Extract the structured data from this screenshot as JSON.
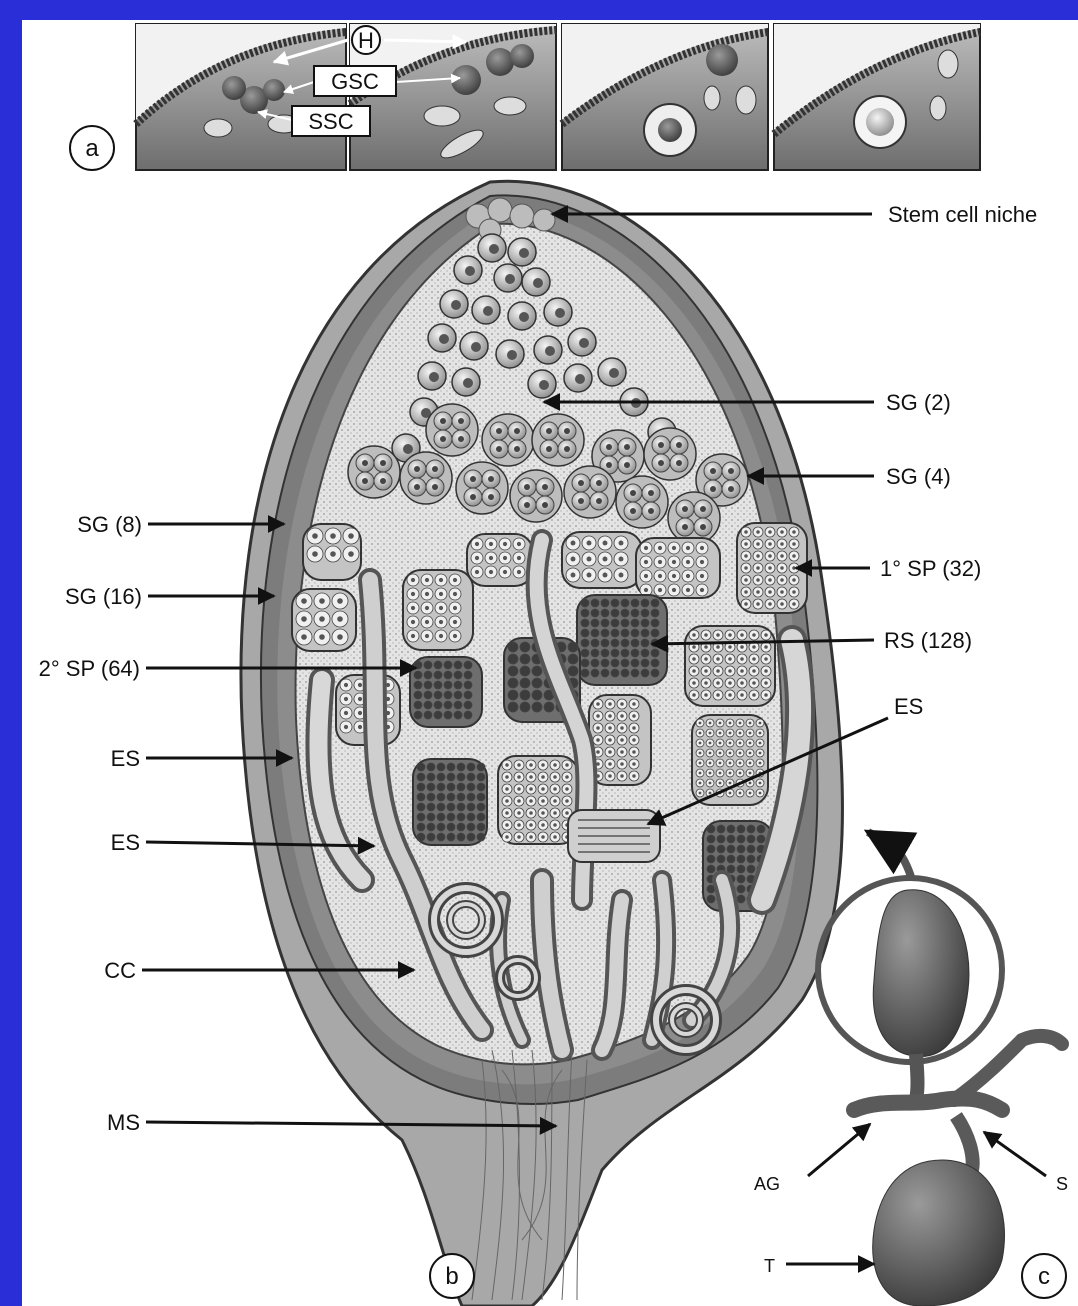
{
  "panels": {
    "a": "a",
    "b": "b",
    "c": "c"
  },
  "inset_labels": {
    "h": "H",
    "gsc": "GSC",
    "ssc": "SSC"
  },
  "labels": {
    "stem_cell_niche": "Stem cell niche",
    "sg2": "SG (2)",
    "sg4": "SG (4)",
    "sg8": "SG (8)",
    "sg16": "SG (16)",
    "sp1": "1° SP (32)",
    "rs128": "RS (128)",
    "sp2": "2° SP (64)",
    "es_right": "ES",
    "es_left1": "ES",
    "es_left2": "ES",
    "cc": "CC",
    "ms": "MS",
    "ag": "AG",
    "s": "S",
    "t": "T"
  },
  "colors": {
    "frame": "#2a2ed6",
    "ink": "#111111",
    "wall": "#8c8c8c",
    "tissue": "#d9d9d9"
  }
}
